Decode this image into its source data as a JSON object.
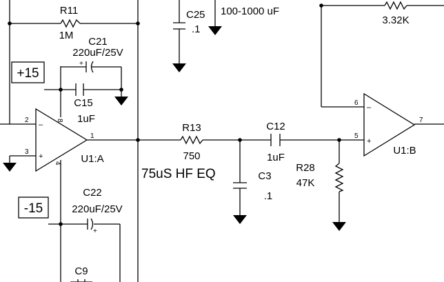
{
  "labels": {
    "r11_name": "R11",
    "r11_value": "1M",
    "c21_name": "C21",
    "c21_value": "220uF/25V",
    "c25_name": "C25",
    "c25_value": ".1",
    "c25_range": "100-1000 uF",
    "r_top_value": "3.32K",
    "c15_name": "C15",
    "c15_value": "1uF",
    "plus15": "+15",
    "minus15": "-15",
    "r13_name": "R13",
    "r13_value": "750",
    "c12_name": "C12",
    "c12_value": "1uF",
    "c3_name": "C3",
    "c3_value": ".1",
    "r28_name": "R28",
    "r28_value": "47K",
    "eq_note": "75uS HF EQ",
    "u1a": "U1:A",
    "u1b": "U1:B",
    "c22_name": "C22",
    "c22_value": "220uF/25V",
    "c9_name": "C9"
  },
  "pins": {
    "u1a_minus": "2",
    "u1a_plus": "3",
    "u1a_out": "1",
    "u1a_v8": "8",
    "u1a_v4": "4",
    "u1a_minus_sign": "–",
    "u1a_plus_sign": "+",
    "u1b_minus": "6",
    "u1b_plus": "5",
    "u1b_out": "7",
    "u1b_minus_sign": "–",
    "u1b_plus_sign": "+",
    "c21_polarity": "+",
    "c22_polarity": "+"
  }
}
